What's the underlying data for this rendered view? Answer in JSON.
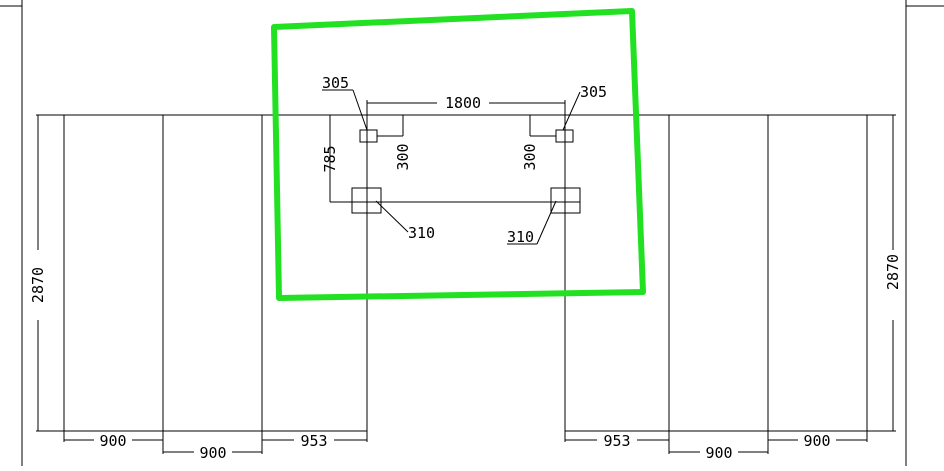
{
  "drawing": {
    "line_color": "#000000",
    "highlight_color": "#22e022",
    "background": "#ffffff"
  },
  "labels": {
    "top_width": "1800",
    "left_height": "785",
    "left_offset": "300",
    "right_offset": "300",
    "left_panel_tag": "305",
    "right_panel_tag": "305",
    "left_lower_tag": "310",
    "right_lower_tag": "310",
    "left_total_height": "2870",
    "right_total_height": "2870",
    "bottom_left_1": "900",
    "bottom_left_2": "900",
    "bottom_left_3": "953",
    "bottom_right_1": "953",
    "bottom_right_2": "900",
    "bottom_right_3": "900"
  }
}
